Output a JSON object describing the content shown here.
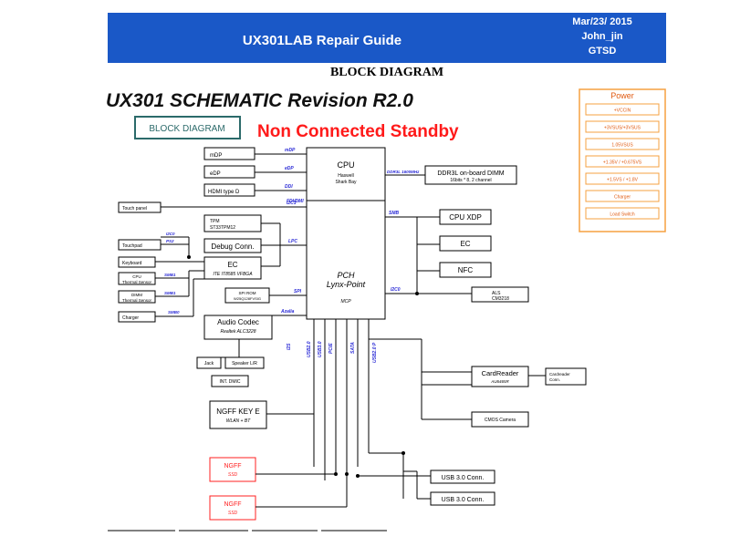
{
  "header": {
    "title": "UX301LAB Repair Guide",
    "date": "Mar/23/ 2015",
    "author": "John_jin",
    "dept": "GTSD",
    "bg_color": "#1a58c7"
  },
  "subtitle": "BLOCK DIAGRAM",
  "schematic": {
    "title": "UX301 SCHEMATIC Revision R2.0",
    "badge": "BLOCK DIAGRAM",
    "standby": "Non Connected Standby",
    "standby_color": "#ff1a1a"
  },
  "blocks": {
    "mdp": "mDP",
    "edp": "eDP",
    "hdmi": "HDMI type D",
    "cpu": {
      "title": "CPU",
      "l1": "Haswell",
      "l2": "Shark Bay"
    },
    "ddr": {
      "title": "DDR3L on-board DIMM",
      "sub": "16bits * 8, 2 channel"
    },
    "touch_panel": "Touch panel",
    "tpm": {
      "title": "TPM",
      "sub": "ST33TPM12"
    },
    "debug": "Debug Conn.",
    "touchpad": "Touchpad",
    "keyboard": "Keyboard",
    "ec_left": {
      "title": "EC",
      "sub": "ITE IT8585 VFBGA"
    },
    "cpu_thermal": {
      "l1": "CPU",
      "l2": "Thermal Sensor"
    },
    "dimm_thermal": {
      "l1": "DIMM",
      "l2": "Thermal Sensor"
    },
    "charger_left": "Charger",
    "spi_rom": {
      "l1": "SPI ROM",
      "l2": "W25Q128FVSIG"
    },
    "pch": {
      "l1": "PCH",
      "l2": "Lynx-Point",
      "l3": "MCP"
    },
    "cpu_xdp": "CPU XDP",
    "ec_right": "EC",
    "nfc": "NFC",
    "als": {
      "l1": "ALS",
      "l2": "CM3218"
    },
    "audio": {
      "title": "Audio Codec",
      "sub": "Realtek ALC3228"
    },
    "jack": "Jack",
    "speaker": "Speaker L/R",
    "int_dmic": "INT. DMIC",
    "ngff_key": {
      "title": "NGFF KEY E",
      "sub": "WLAN + BT"
    },
    "cardreader": {
      "title": "CardReader",
      "sub": "AU6465R"
    },
    "cardreader_conn": {
      "l1": "Cardreader",
      "l2": "Conn."
    },
    "cmos": "CMOS Camera",
    "ngff_ssd1": {
      "title": "NGFF",
      "sub": "SSD"
    },
    "ngff_ssd2": {
      "title": "NGFF",
      "sub": "SSD"
    },
    "usb1": "USB 3.0 Conn.",
    "usb2": "USB 3.0 Conn."
  },
  "buses": {
    "mdp": "mDP",
    "edp": "eDP",
    "ddi": "DDI",
    "fdi": "FDI/DMI",
    "ddr": "DDR3L 1600MHz",
    "i2c1": "I2C1",
    "i2c0": "I2C0",
    "ps2": "PS2",
    "lpc": "LPC",
    "smb": "SMB",
    "i2c_als": "I2C0",
    "spi": "SPI",
    "azalia": "Azalia",
    "smb1": "SMB1",
    "smb2": "SMB1",
    "smb0": "SMB0",
    "v_i2s": "I2S",
    "v_usb2": "USB2.0",
    "v_usb3": "USB3.0",
    "v_pcie": "PCIE",
    "v_sata": "SATA",
    "v_usbp": "USB2.0 P"
  },
  "power": {
    "title": "Power",
    "items": [
      "+VCCIN",
      "+3VSUS/+3VSUS",
      "1.05VSUS",
      "+1.35V / +0.675VS",
      "+1.5VS / +1.8V",
      "Charger",
      "Load Switch"
    ],
    "border_color": "#f5a040",
    "text_color": "#e05a10"
  },
  "colors": {
    "bus_label": "#2b2bd6",
    "red_label": "#e01010",
    "ssd_red": "#ff2020",
    "badge_border": "#2b6a6a",
    "page_label": "#159a2a"
  }
}
